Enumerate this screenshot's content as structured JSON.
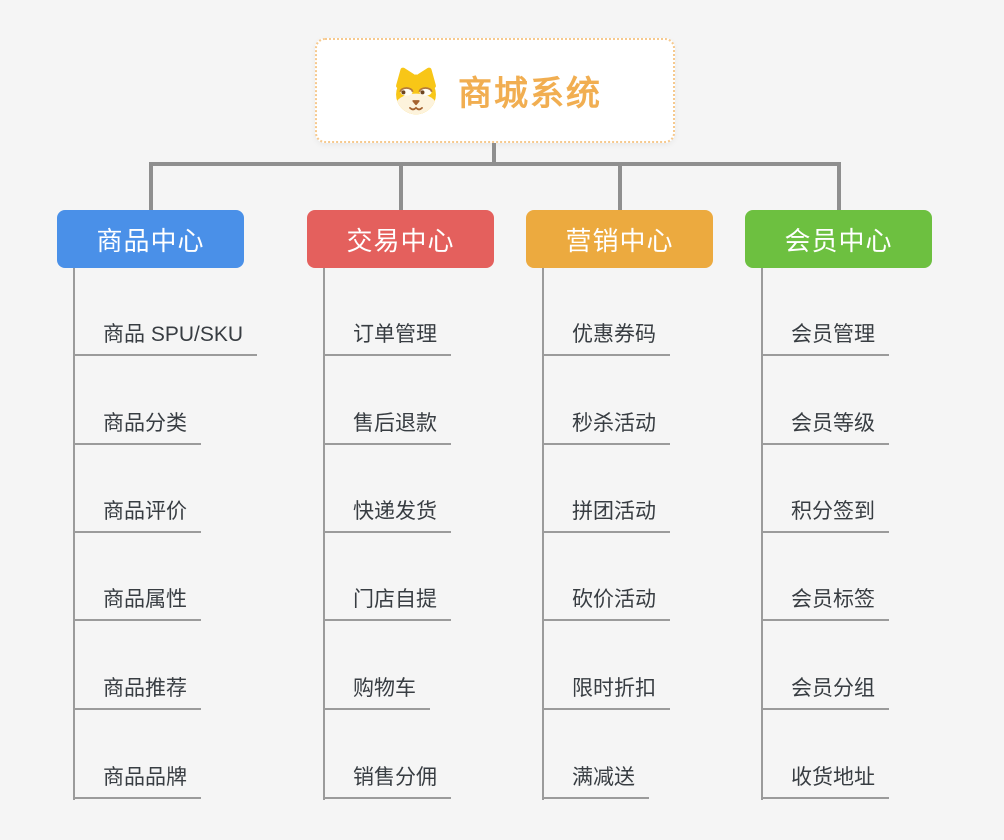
{
  "canvas": {
    "background": "#f5f5f5",
    "connector_color": "#8f8f8f",
    "leaf_line_color": "#9b9b9b",
    "leaf_text_color": "#383d42"
  },
  "root": {
    "title": "商城系统",
    "icon": "shiba-dog-icon",
    "text_color": "#f1ae51",
    "border_color": "#f6c98e"
  },
  "branches": [
    {
      "label": "商品中心",
      "color": "#4a90e8",
      "children": [
        "商品 SPU/SKU",
        "商品分类",
        "商品评价",
        "商品属性",
        "商品推荐",
        "商品品牌"
      ]
    },
    {
      "label": "交易中心",
      "color": "#e4605d",
      "children": [
        "订单管理",
        "售后退款",
        "快递发货",
        "门店自提",
        "购物车",
        "销售分佣"
      ]
    },
    {
      "label": "营销中心",
      "color": "#ecaa3f",
      "children": [
        "优惠券码",
        "秒杀活动",
        "拼团活动",
        "砍价活动",
        "限时折扣",
        "满减送"
      ]
    },
    {
      "label": "会员中心",
      "color": "#6dc040",
      "children": [
        "会员管理",
        "会员等级",
        "积分签到",
        "会员标签",
        "会员分组",
        "收货地址"
      ]
    }
  ]
}
